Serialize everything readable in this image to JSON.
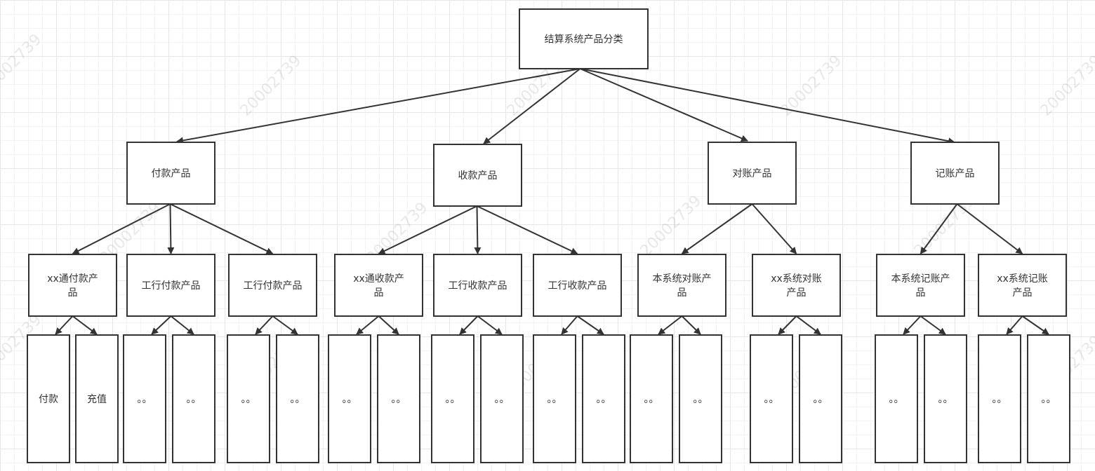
{
  "watermark": "20002739",
  "root": {
    "label": "结算系统产品分类"
  },
  "categories": [
    {
      "label": "付款产品",
      "children": [
        {
          "label": "xx通付款产品",
          "leaves": [
            "付款",
            "充值"
          ]
        },
        {
          "label": "工行付款产品",
          "leaves": [
            "。。",
            "。。"
          ]
        },
        {
          "label": "工行付款产品",
          "leaves": [
            "。。",
            "。。"
          ]
        }
      ]
    },
    {
      "label": "收款产品",
      "children": [
        {
          "label": "xx通收款产品",
          "leaves": [
            "。。",
            "。。"
          ]
        },
        {
          "label": "工行收款产品",
          "leaves": [
            "。。",
            "。。"
          ]
        },
        {
          "label": "工行收款产品",
          "leaves": [
            "。。",
            "。。"
          ]
        }
      ]
    },
    {
      "label": "对账产品",
      "children": [
        {
          "label": "本系统对账产品",
          "leaves": [
            "。。",
            "。。"
          ]
        },
        {
          "label": "xx系统对账产品",
          "leaves": [
            "。。",
            "。。"
          ]
        }
      ]
    },
    {
      "label": "记账产品",
      "children": [
        {
          "label": "本系统记账产品",
          "leaves": [
            "。。",
            "。。"
          ]
        },
        {
          "label": "xx系统记账产品",
          "leaves": [
            "。。",
            "。。"
          ]
        }
      ]
    }
  ]
}
